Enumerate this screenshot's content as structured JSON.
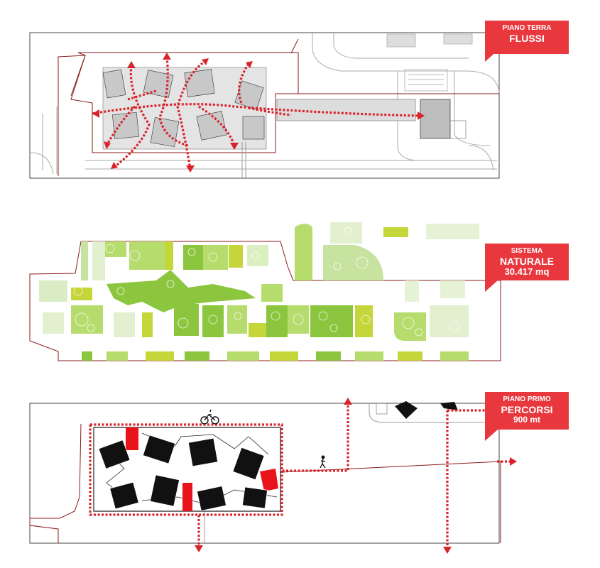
{
  "panels": [
    {
      "id": "flussi",
      "label_small": "PIANO TERRA",
      "label_big": "FLUSSI",
      "label_value": ""
    },
    {
      "id": "naturale",
      "label_small": "SISTEMA",
      "label_big": "NATURALE",
      "label_value": "30.417 mq"
    },
    {
      "id": "percorsi",
      "label_small": "PIANO PRIMO",
      "label_big": "PERCORSI",
      "label_value": "900 mt"
    }
  ],
  "colors": {
    "accent": "#e8383d",
    "boundary": "#8b1a1a",
    "flow_arrow": "#d9232b",
    "green_light": "#b7dc6e",
    "green_mid": "#8cc63f",
    "green_yellow": "#c5d63a",
    "building_dark": "#111111",
    "building_grey": "#c8c8c8"
  },
  "icons": [
    "bicycle-icon",
    "pedestrian-icon",
    "arrow-icon"
  ]
}
